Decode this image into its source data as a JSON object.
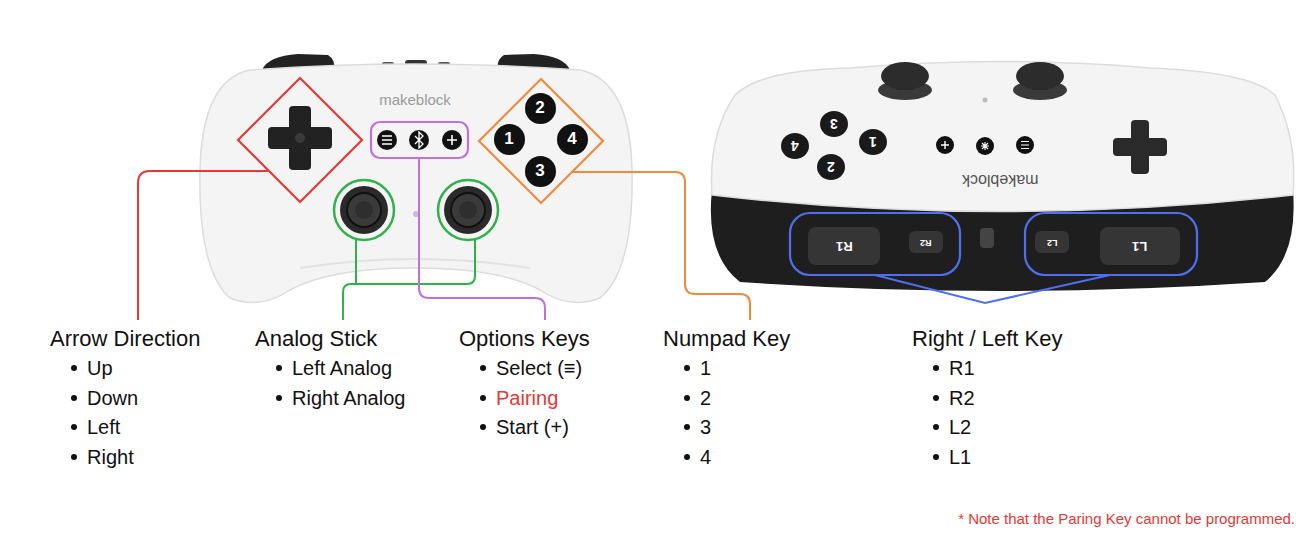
{
  "diagram": {
    "nodes": [
      {
        "text": [
          "2"
        ]
      },
      {
        "text": [
          "1"
        ]
      },
      {
        "text": [
          "4"
        ]
      },
      {
        "text": [
          "3"
        ]
      },
      {
        "text": [
          "3"
        ]
      },
      {
        "text": [
          "4"
        ]
      },
      {
        "text": [
          "1"
        ]
      },
      {
        "text": [
          "2"
        ]
      },
      {
        "text": [
          "R1"
        ]
      },
      {
        "text": [
          "R2"
        ]
      },
      {
        "text": [
          "L2"
        ]
      },
      {
        "text": [
          "L1"
        ]
      }
    ],
    "labels": [
      "makeblock",
      "makeblock",
      "Arrow Direction",
      "Up",
      "Down",
      "Left",
      "Right",
      "Analog Stick",
      "Left Analog",
      "Right Analog",
      "Options Keys",
      "Select (≡)",
      "Pairing",
      "Start (+)",
      "Numpad Key",
      "1",
      "2",
      "3",
      "4",
      "Right / Left Key",
      "R1",
      "R2",
      "L2",
      "L1",
      "* Note that the Paring Key cannot be programmed."
    ]
  }
}
